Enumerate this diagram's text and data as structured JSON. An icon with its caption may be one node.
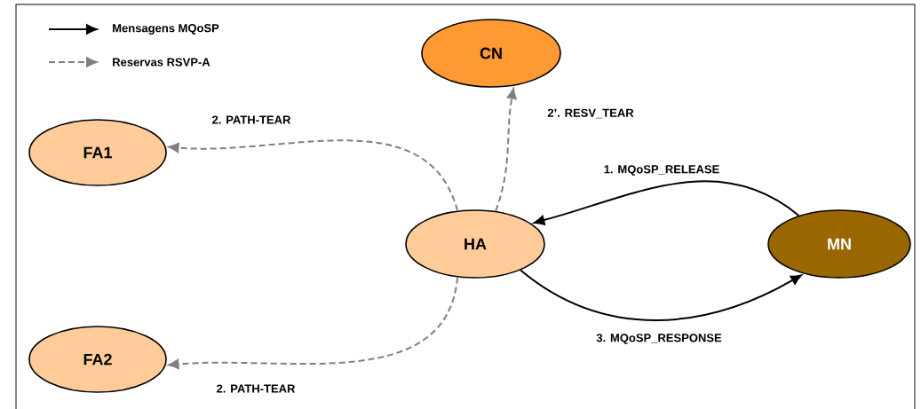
{
  "diagram": {
    "nodes": [
      {
        "text": [
          "CN"
        ]
      },
      {
        "text": [
          "FA1"
        ]
      },
      {
        "text": [
          "HA"
        ]
      },
      {
        "text": [
          "MN"
        ]
      },
      {
        "text": [
          "FA2"
        ]
      }
    ],
    "edges": [
      {
        "from": 3,
        "to": 2,
        "arrow": "to",
        "label": "1. MQoSP_RELEASE",
        "color": "#000000"
      },
      {
        "from": 2,
        "to": 3,
        "arrow": "to",
        "label": "3. MQoSP_RESPONSE",
        "color": "#000000"
      },
      {
        "from": 2,
        "to": 1,
        "arrow": "to",
        "label": "2. PATH-TEAR",
        "style": "dashed",
        "color": "#808080"
      },
      {
        "from": 2,
        "to": 0,
        "arrow": "to",
        "label": "2’. RESV_TEAR",
        "style": "dashed",
        "color": "#808080"
      },
      {
        "from": 2,
        "to": 4,
        "arrow": "to",
        "label": "2. PATH-TEAR",
        "style": "dashed",
        "color": "#808080"
      }
    ],
    "legend": [
      {
        "text": "Mensagens MQoSP"
      },
      {
        "text": "Reservas RSVP-A"
      }
    ]
  }
}
